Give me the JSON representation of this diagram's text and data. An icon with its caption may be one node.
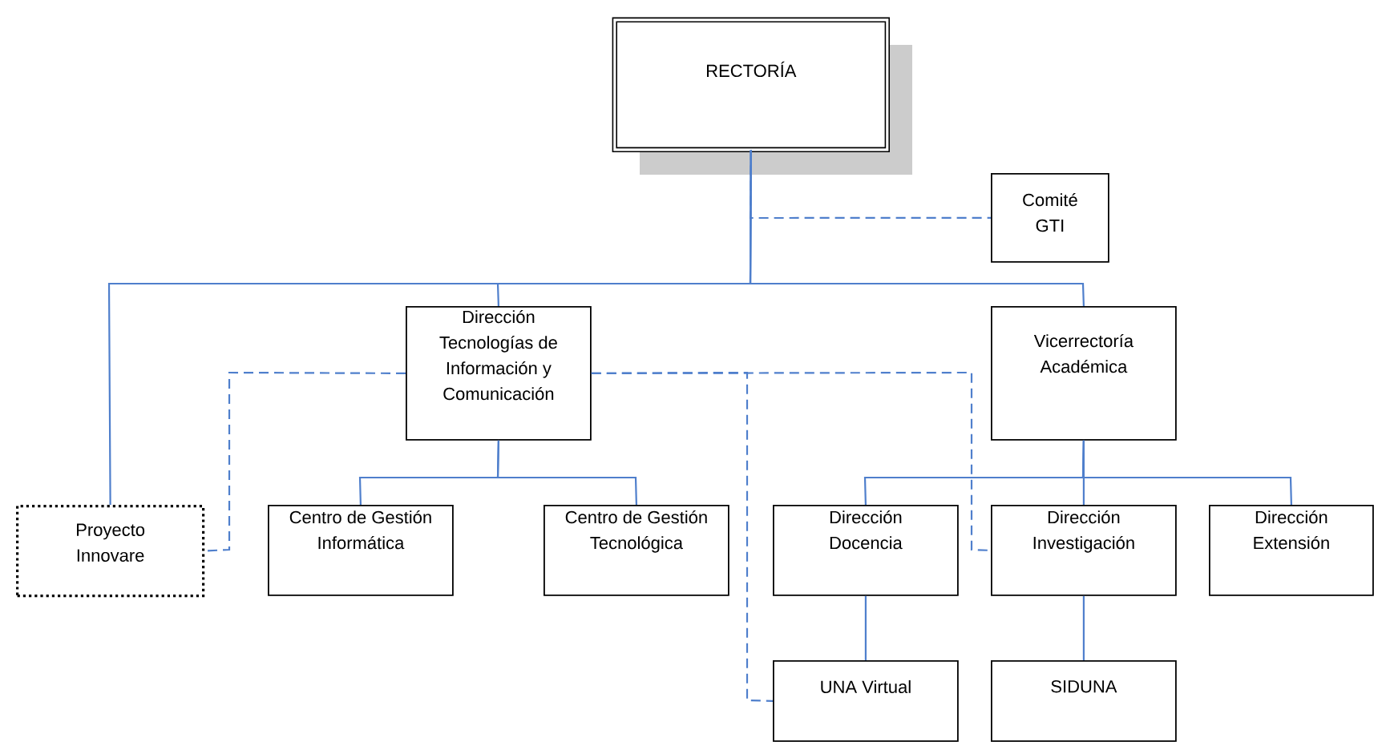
{
  "diagram": {
    "nodes": [
      {
        "text": [
          "RECTORÍA"
        ]
      },
      {
        "text": [
          "Comité GTI"
        ]
      },
      {
        "text": [
          "Proyecto Innovare"
        ]
      },
      {
        "text": [
          "Dirección Tecnologías de Información y Comunicación"
        ]
      },
      {
        "text": [
          "Vicerrectoría Académica"
        ]
      },
      {
        "text": [
          "Centro de Gestión Informática"
        ]
      },
      {
        "text": [
          "Centro de Gestión Tecnológica"
        ]
      },
      {
        "text": [
          "Dirección Docencia"
        ]
      },
      {
        "text": [
          "Dirección Investigación"
        ]
      },
      {
        "text": [
          "Dirección Extensión"
        ]
      },
      {
        "text": [
          "UNA Virtual"
        ]
      },
      {
        "text": [
          "SIDUNA"
        ]
      }
    ],
    "edges": [
      {
        "from": 0,
        "to": 2,
        "arrow": "none"
      },
      {
        "from": 0,
        "to": 3,
        "arrow": "none"
      },
      {
        "from": 0,
        "to": 4,
        "arrow": "none"
      },
      {
        "from": 0,
        "to": 1,
        "arrow": "none",
        "style": "dashed"
      },
      {
        "from": 3,
        "to": 5,
        "arrow": "none"
      },
      {
        "from": 3,
        "to": 6,
        "arrow": "none"
      },
      {
        "from": 4,
        "to": 7,
        "arrow": "none"
      },
      {
        "from": 4,
        "to": 8,
        "arrow": "none"
      },
      {
        "from": 4,
        "to": 9,
        "arrow": "none"
      },
      {
        "from": 7,
        "to": 10,
        "arrow": "none"
      },
      {
        "from": 8,
        "to": 11,
        "arrow": "none"
      },
      {
        "from": 3,
        "to": 2,
        "arrow": "none",
        "style": "dashed"
      },
      {
        "from": 3,
        "to": 10,
        "arrow": "none",
        "style": "dashed"
      },
      {
        "from": 3,
        "to": 8,
        "arrow": "none",
        "style": "dashed"
      }
    ]
  }
}
